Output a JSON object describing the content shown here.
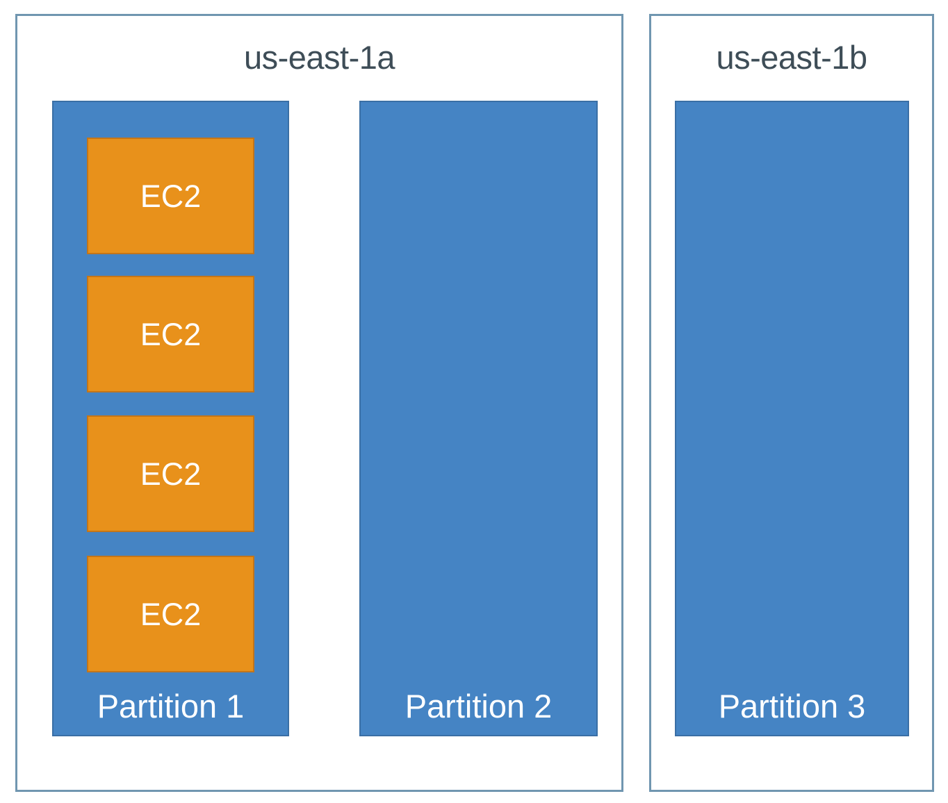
{
  "diagram": {
    "type": "aws-partition-placement-group",
    "colors": {
      "zone_border": "#7096b0",
      "zone_background": "#ffffff",
      "partition_fill": "#4584c4",
      "partition_border": "#3a6fa5",
      "ec2_fill": "#e8911b",
      "ec2_border": "#c3751a",
      "zone_title_text": "#3e4d57",
      "box_label_text": "#ffffff"
    },
    "zones": [
      {
        "id": "az-us-east-1a",
        "title": "us-east-1a",
        "partitions": [
          {
            "id": "partition-1",
            "label": "Partition 1",
            "instances": [
              {
                "label": "EC2"
              },
              {
                "label": "EC2"
              },
              {
                "label": "EC2"
              },
              {
                "label": "EC2"
              }
            ]
          },
          {
            "id": "partition-2",
            "label": "Partition 2",
            "instances": []
          }
        ]
      },
      {
        "id": "az-us-east-1b",
        "title": "us-east-1b",
        "partitions": [
          {
            "id": "partition-3",
            "label": "Partition 3",
            "instances": []
          }
        ]
      }
    ]
  }
}
